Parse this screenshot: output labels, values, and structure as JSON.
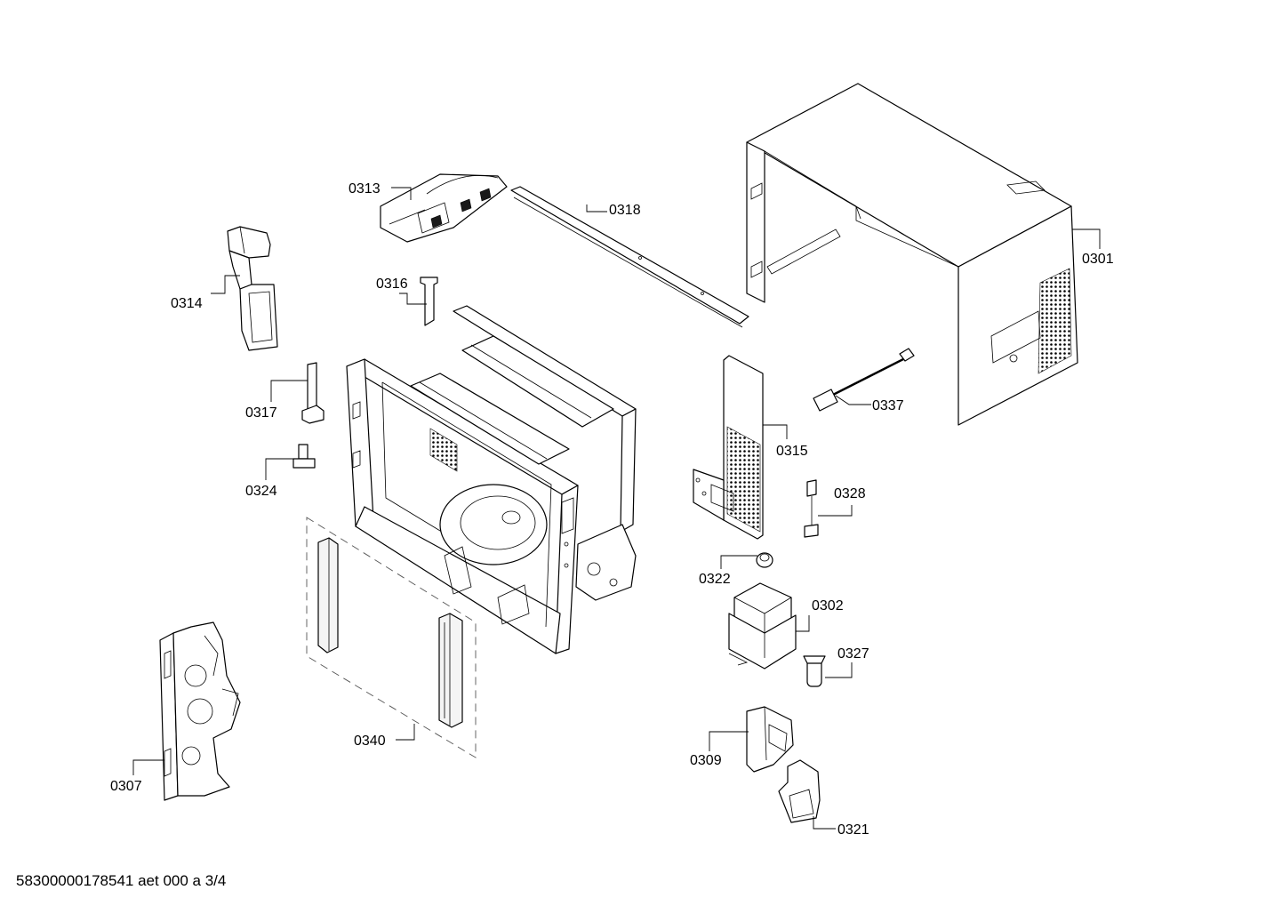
{
  "document_id": "58300000178541 aet 000 a 3/4",
  "callouts": {
    "p0301": "0301",
    "p0302": "0302",
    "p0307": "0307",
    "p0309": "0309",
    "p0313": "0313",
    "p0314": "0314",
    "p0315": "0315",
    "p0316": "0316",
    "p0317": "0317",
    "p0318": "0318",
    "p0321": "0321",
    "p0322": "0322",
    "p0324": "0324",
    "p0327": "0327",
    "p0328": "0328",
    "p0337": "0337",
    "p0340": "0340"
  },
  "colors": {
    "line": "#000000",
    "background": "#ffffff"
  }
}
